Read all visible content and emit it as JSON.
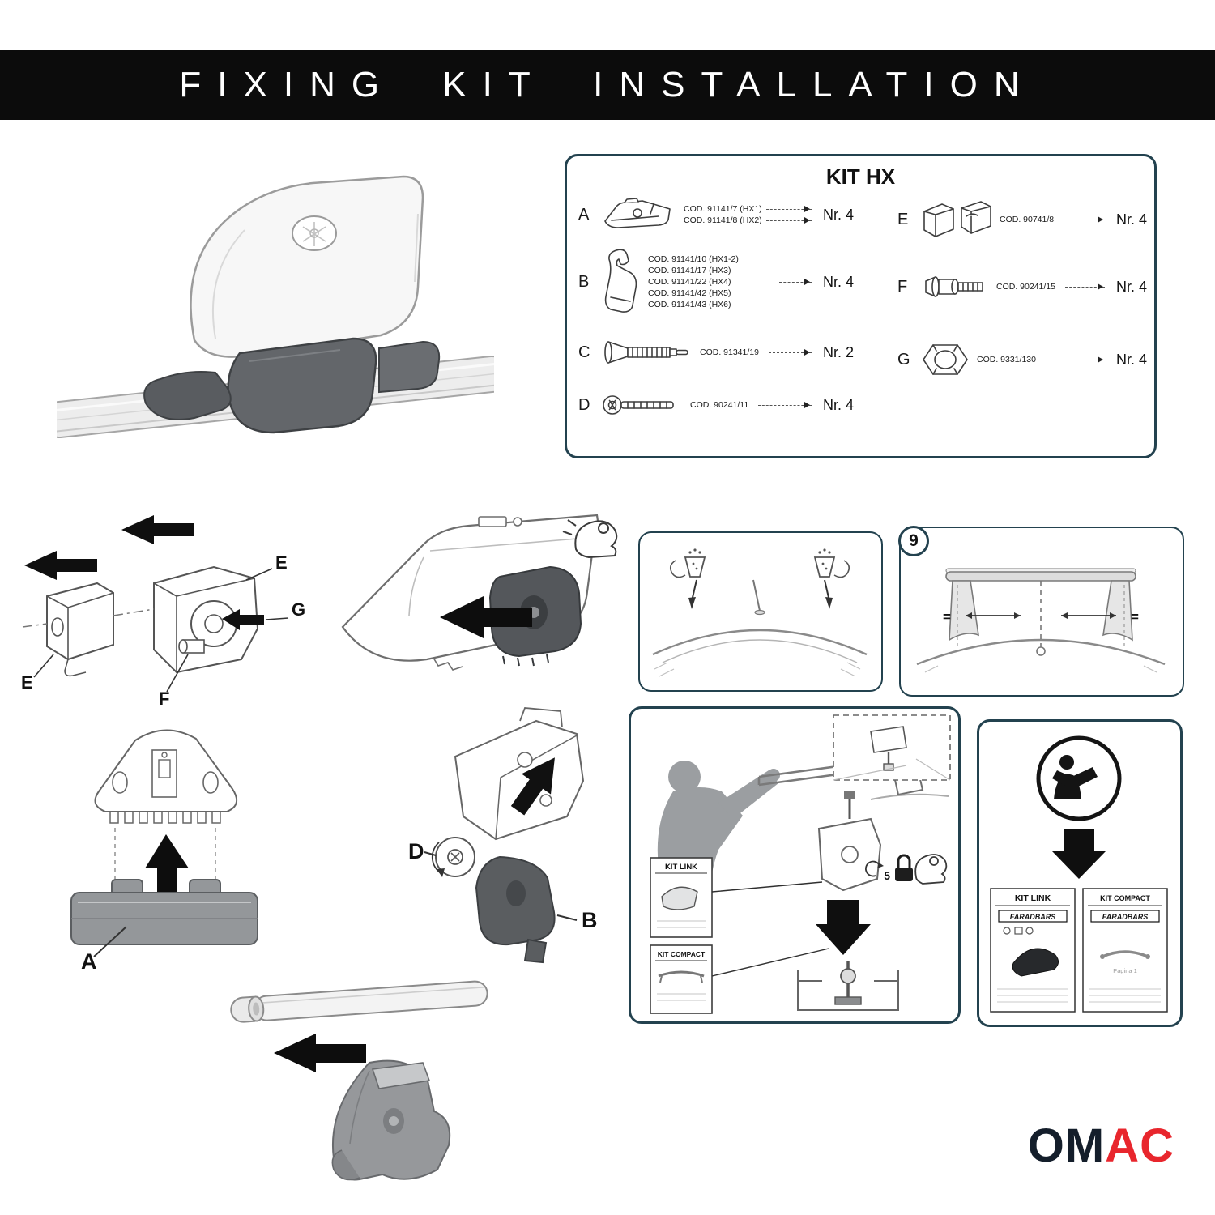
{
  "header": {
    "title": "FIXING KIT INSTALLATION"
  },
  "kit": {
    "title": "KIT HX",
    "left": [
      {
        "label": "A",
        "codes": [
          "COD. 91141/7  (HX1)",
          "COD. 91141/8  (HX2)"
        ],
        "qty": "Nr. 4"
      },
      {
        "label": "B",
        "codes": [
          "COD. 91141/10 (HX1-2)",
          "COD. 91141/17 (HX3)",
          "COD. 91141/22 (HX4)",
          "COD. 91141/42 (HX5)",
          "COD. 91141/43 (HX6)"
        ],
        "qty": "Nr. 4"
      },
      {
        "label": "C",
        "codes": [
          "COD. 91341/19"
        ],
        "qty": "Nr. 2"
      },
      {
        "label": "D",
        "codes": [
          "COD. 90241/11"
        ],
        "qty": "Nr. 4"
      }
    ],
    "right": [
      {
        "label": "E",
        "codes": [
          "COD. 90741/8"
        ],
        "qty": "Nr. 4"
      },
      {
        "label": "F",
        "codes": [
          "COD. 90241/15"
        ],
        "qty": "Nr. 4"
      },
      {
        "label": "G",
        "codes": [
          "COD. 9331/130"
        ],
        "qty": "Nr. 4"
      }
    ]
  },
  "labels": {
    "exploded_e_top": "E",
    "exploded_g": "G",
    "exploded_f": "F",
    "exploded_e_left": "E",
    "pad_a": "A",
    "assembly_d": "D",
    "assembly_b": "B",
    "step_number": "9",
    "equal_left": "=",
    "equal_right": "=",
    "torque": "5"
  },
  "install_box": {
    "kit_link": "KIT LINK",
    "kit_compact": "KIT COMPACT"
  },
  "manual_box": {
    "card_link": {
      "title": "KIT LINK",
      "brand": "FARADBARS"
    },
    "card_compact": {
      "title": "KIT COMPACT",
      "brand": "FARADBARS",
      "page": "Pagina 1"
    }
  },
  "brand": {
    "om": "OM",
    "ac": "AC"
  },
  "colors": {
    "header_bg": "#0c0c0c",
    "panel_border": "#23424f",
    "accent_red": "#e8262d",
    "brand_dark": "#141e2b"
  }
}
